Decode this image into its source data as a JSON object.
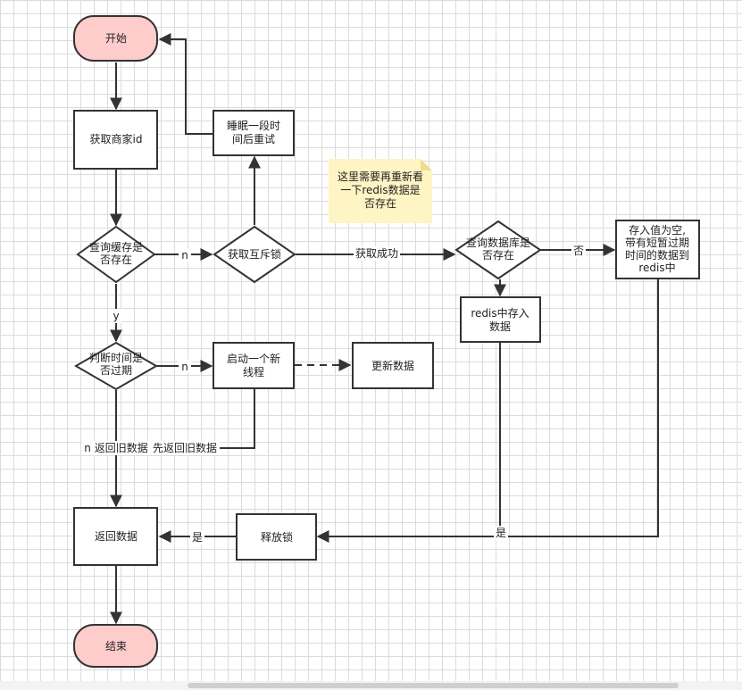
{
  "nodes": {
    "start": "开始",
    "get_shop_id": "获取商家id",
    "query_cache": [
      "查询缓存是",
      "否存在"
    ],
    "acquire_lock": "获取互斥锁",
    "sleep_retry": [
      "睡眠一段时",
      "间后重试"
    ],
    "query_db": [
      "查询数据库是",
      "否存在"
    ],
    "store_empty": [
      "存入值为空,",
      "带有短暂过期",
      "时间的数据到",
      "redis中"
    ],
    "redis_store": [
      "redis中存入",
      "数据"
    ],
    "check_expire": [
      "判断时间是",
      "否过期"
    ],
    "start_thread": [
      "启动一个新",
      "线程"
    ],
    "update_data": "更新数据",
    "return_data": "返回数据",
    "release_lock": "释放锁",
    "end": "结束"
  },
  "note": [
    "这里需要再重新看",
    "一下redis数据是",
    "否存在"
  ],
  "edge_labels": {
    "cache_no": "n",
    "lock_success": "获取成功",
    "db_no": "否",
    "cache_yes": "y",
    "expire_no": "n",
    "expire_yes_return": "n 返回旧数据",
    "thread_return_old": "先返回旧数据",
    "release_yes": "是",
    "redis_yes": "是"
  },
  "colors": {
    "terminal_fill": "#ffcccc",
    "note_fill": "#fff4c3",
    "stroke": "#333333"
  }
}
